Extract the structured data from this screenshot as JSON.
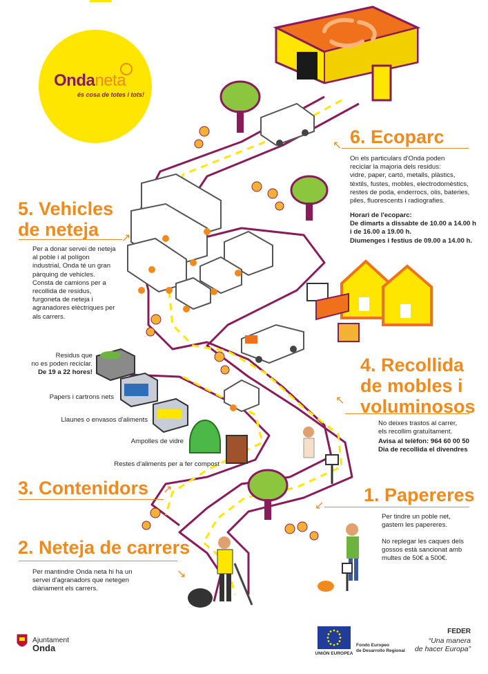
{
  "logo": {
    "brand_part1": "Onda",
    "brand_part2": "neta",
    "slogan": "és cosa de totes i tots!"
  },
  "sections": {
    "ecoparc": {
      "title": "6. Ecoparc",
      "intro": [
        "On els particulars d'Onda poden",
        "reciclar la majoria dels residus:",
        "vidre, paper, cartó, metalls, plàstics,",
        "tèxtils, fustes, mobles, electrodomèstics,",
        "restes de poda, enderrocs, olis, bateries,",
        "piles, fluorescents i radiografies."
      ],
      "hours": [
        "Horari de l'ecoparc:",
        "De dimarts a dissabte de 10.00 a 14.00 h",
        "i de 16.00 a 19.00 h.",
        "Diumenges i festius de 09.00 a 14.00 h."
      ]
    },
    "vehicles": {
      "title_line1": "5. Vehicles",
      "title_line2": "de neteja",
      "text": [
        "Per a donar servei de neteja",
        "al poble i al polígon",
        "industrial, Onda té un gran",
        "pàrquing de vehicles.",
        "Consta de camions per  a",
        "recollida de residus,",
        "furgoneta de neteja i",
        "agranadores elèctriques per",
        "als carrers."
      ]
    },
    "mobles": {
      "title_line1": "4. Recollida",
      "title_line2": "de mobles i",
      "title_line3": "voluminosos",
      "text": [
        "No deixes trastos al carrer,",
        "els recollim gratuïtament."
      ],
      "contact": [
        "Avisa al telèfon: 964 60 00 50",
        "Dia de recollida el divendres"
      ]
    },
    "contenidors": {
      "title": "3. Contenidors",
      "bins": {
        "residus": [
          "Residus que",
          "no es poden reciclar.",
          "De 19 a 22 hores!"
        ],
        "paper": "Papers i cartrons nets",
        "llaunes": "Llaunes o envasos d'aliments",
        "vidre": "Ampolles de vidre",
        "organic": "Restes d'aliments per a fer compost"
      }
    },
    "papereres": {
      "title": "1. Papereres",
      "text": [
        "Per tindre un poble net,",
        "gastem les papereres."
      ],
      "text2": [
        "No replegar les caques dels",
        "gossos està sancionat amb",
        "multes de 50€ a 500€."
      ]
    },
    "neteja": {
      "title": "2. Neteja de carrers",
      "text": [
        "Per mantindre Onda neta hi ha un",
        "servei d'agranadors que netegen",
        "diàriament els carrers."
      ]
    }
  },
  "footer": {
    "ajuntament_line1": "Ajuntament",
    "ajuntament_line2": "Onda",
    "eu_label": "UNIÓN EUROPEA",
    "fund_line1": "Fondo Europeo",
    "fund_line2": "de Desarrollo Regional",
    "feder": "FEDER",
    "motto_line1": "“Una manera",
    "motto_line2": "de hacer Europa”"
  },
  "colors": {
    "accent": "#f08a1c",
    "road": "#8a1b5a",
    "logo_yellow": "#ffe600",
    "roof": "#f0711c",
    "house_wall": "#ffe600",
    "tree": "#8cc63f"
  }
}
